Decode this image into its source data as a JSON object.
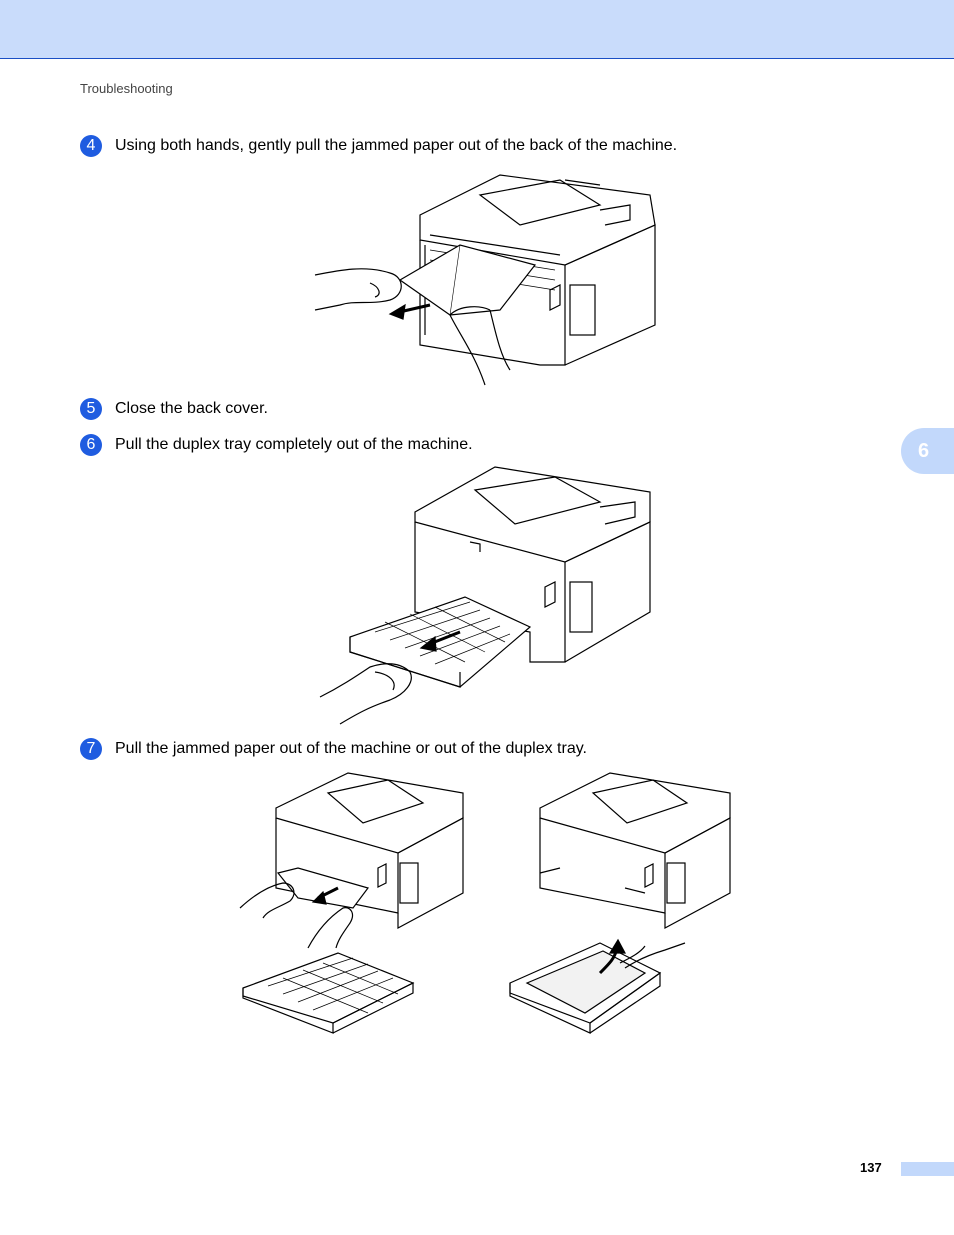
{
  "header": {
    "section": "Troubleshooting"
  },
  "steps": [
    {
      "number": "4",
      "text": "Using both hands, gently pull the jammed paper out of the back of the machine."
    },
    {
      "number": "5",
      "text": "Close the back cover."
    },
    {
      "number": "6",
      "text": "Pull the duplex tray completely out of the machine."
    },
    {
      "number": "7",
      "text": "Pull the jammed paper out of the machine or out of the duplex tray."
    }
  ],
  "chapter_tab": "6",
  "page_number": "137",
  "colors": {
    "accent": "#1f5ce0",
    "band": "#c9dcfb",
    "tab": "#c2d8fb"
  }
}
